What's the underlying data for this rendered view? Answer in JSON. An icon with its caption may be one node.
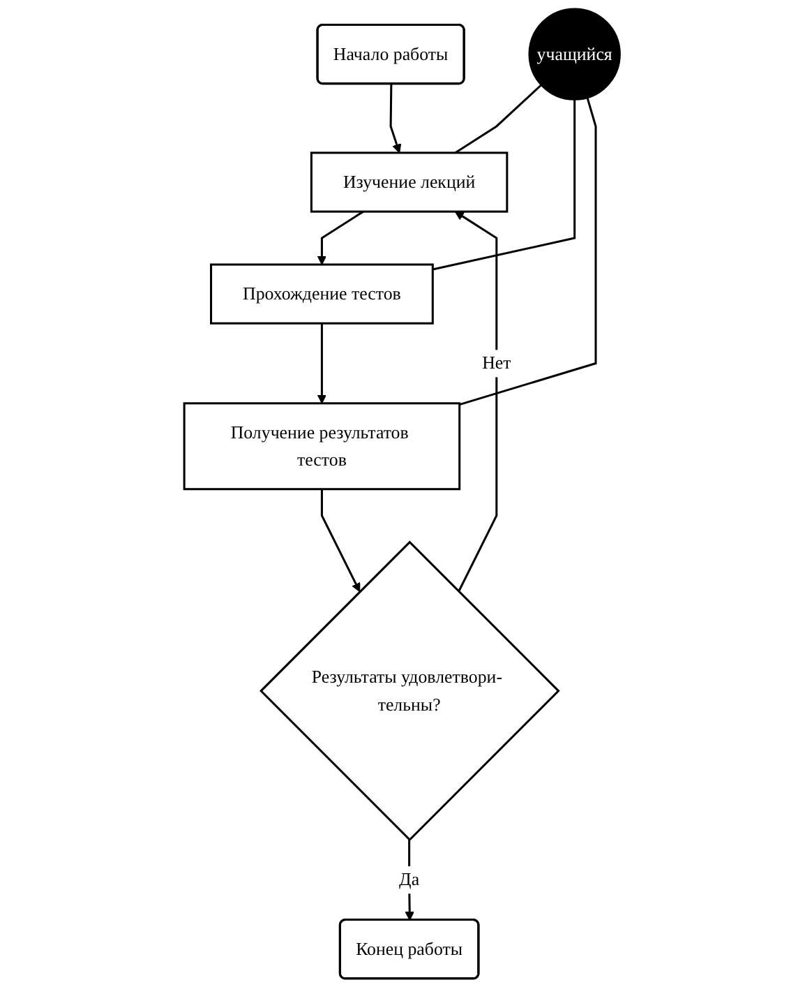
{
  "diagram": {
    "nodes": [
      {
        "text": [
          "Начало работы"
        ]
      },
      {
        "text": [
          "Изучение лекций"
        ]
      },
      {
        "text": [
          "Прохождение тестов"
        ]
      },
      {
        "text": [
          "Получение результатов тестов"
        ]
      },
      {
        "text": [
          "Результаты удовлетвори- тельны?"
        ]
      },
      {
        "text": [
          "Конец работы"
        ]
      },
      {
        "text": [
          "учащийся"
        ]
      }
    ],
    "edges": [
      {
        "from": 0,
        "to": 1,
        "arrow": "to"
      },
      {
        "from": 1,
        "to": 2,
        "arrow": "to"
      },
      {
        "from": 2,
        "to": 3,
        "arrow": "to"
      },
      {
        "from": 3,
        "to": 4,
        "arrow": "to"
      },
      {
        "from": 4,
        "to": 5,
        "label": "Да",
        "arrow": "to"
      },
      {
        "from": 4,
        "to": 1,
        "label": "Нет",
        "arrow": "to"
      },
      {
        "from": 6,
        "to": 1,
        "arrow": "none"
      },
      {
        "from": 6,
        "to": 2,
        "arrow": "none"
      },
      {
        "from": 6,
        "to": 3,
        "arrow": "none"
      }
    ]
  }
}
